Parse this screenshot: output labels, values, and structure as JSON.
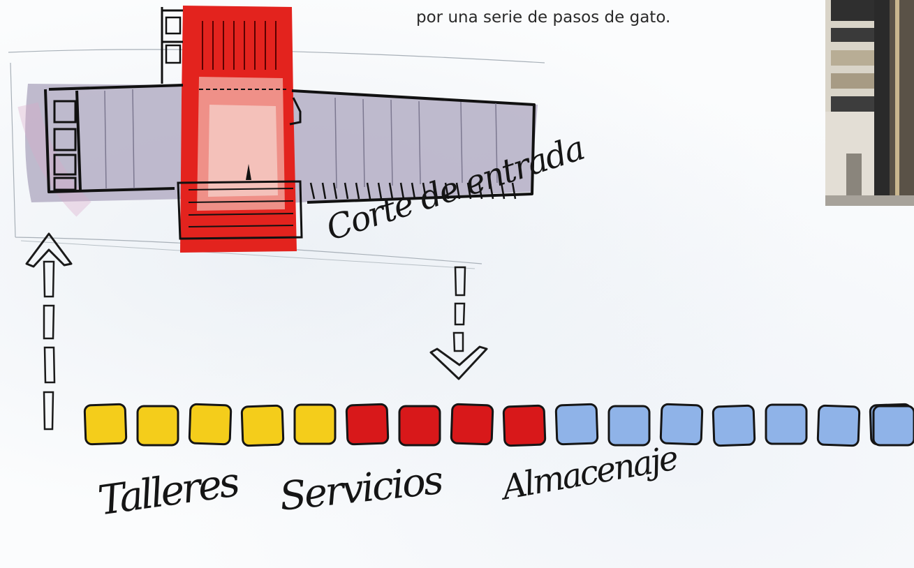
{
  "caption": {
    "line1": "",
    "line2": "por una serie de pasos de gato."
  },
  "labels": {
    "corte": "Corte de entrada",
    "talleres": "Talleres",
    "servicios": "Servicios",
    "almacenaje": "Almacenaje"
  },
  "colors": {
    "nave": "#b9b4c8",
    "core": "#e41f1f",
    "talleres": "#f4cd1b",
    "servicios": "#d8181a",
    "almacenaje": "#8fb3e8",
    "ink": "#151515"
  },
  "modules": {
    "talleres_count": 5,
    "servicios_count": 4,
    "almacenaje_count": 8
  },
  "icons": [
    "arrow-up-icon",
    "arrow-down-icon"
  ]
}
